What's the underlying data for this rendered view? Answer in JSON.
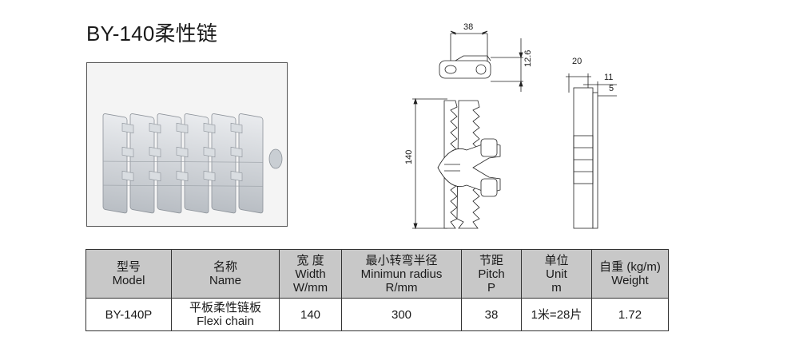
{
  "title": "BY-140柔性链",
  "drawing": {
    "dim_top_width": "38",
    "dim_top_height": "12.6",
    "dim_side_20": "20",
    "dim_side_11": "11",
    "dim_side_5": "5",
    "dim_main_height": "140"
  },
  "table": {
    "headers": [
      {
        "line1": "型号",
        "line2": "Model",
        "line3": ""
      },
      {
        "line1": "名称",
        "line2": "Name",
        "line3": ""
      },
      {
        "line1": "宽 度",
        "line2": "Width",
        "line3": "W/mm"
      },
      {
        "line1": "最小转弯半径",
        "line2": "Minimun radius",
        "line3": "R/mm"
      },
      {
        "line1": "节距",
        "line2": "Pitch",
        "line3": "P"
      },
      {
        "line1": "单位",
        "line2": "Unit",
        "line3": "m"
      },
      {
        "line1": "自重 (kg/m)",
        "line2": "Weight",
        "line3": ""
      }
    ],
    "row": {
      "model": "BY-140P",
      "name_cn": "平板柔性链板",
      "name_en": "Flexi chain",
      "width": "140",
      "radius": "300",
      "pitch": "38",
      "unit": "1米=28片",
      "weight": "1.72"
    }
  }
}
